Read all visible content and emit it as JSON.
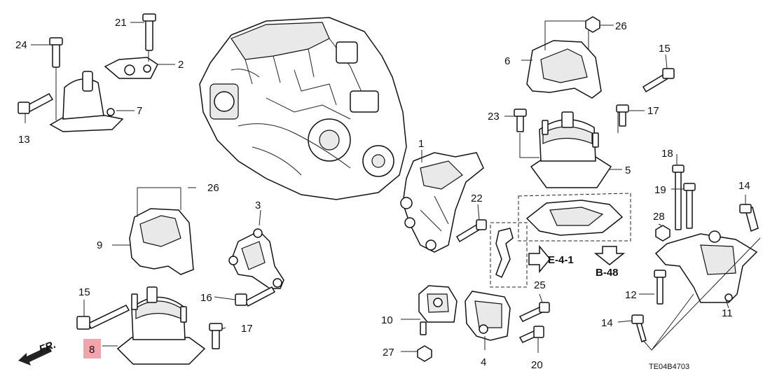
{
  "diagram_code": "TE04B4703",
  "direction_label": "FR.",
  "references": {
    "e": "E-4-1",
    "b": "B-48"
  },
  "highlighted_callout": "8",
  "callouts": {
    "c1": "1",
    "c2": "2",
    "c3": "3",
    "c4": "4",
    "c5": "5",
    "c6": "6",
    "c7": "7",
    "c8": "8",
    "c9": "9",
    "c10": "10",
    "c11": "11",
    "c12": "12",
    "c13": "13",
    "c14a": "14",
    "c14b": "14",
    "c15a": "15",
    "c15b": "15",
    "c16": "16",
    "c17a": "17",
    "c17b": "17",
    "c18": "18",
    "c19": "19",
    "c20": "20",
    "c21": "21",
    "c22": "22",
    "c23": "23",
    "c24": "24",
    "c25": "25",
    "c26a": "26",
    "c26b": "26",
    "c27": "27",
    "c28": "28"
  },
  "colors": {
    "highlight": "#f2a3ac",
    "line": "#222222"
  }
}
